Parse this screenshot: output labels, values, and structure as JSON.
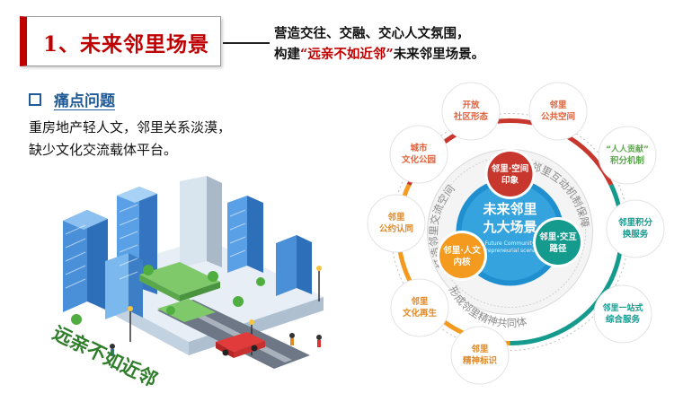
{
  "header": {
    "title": "1、未来邻里场景",
    "intro_line1": "营造交往、交融、交心人文氛围，",
    "intro_line2_prefix": "构建",
    "intro_line2_highlight": "“远亲不如近邻”",
    "intro_line2_suffix": "未来邻里场景。"
  },
  "pain_points": {
    "heading": "痛点问题",
    "line1": "重房地产轻人文，邻里关系淡漠，",
    "line2": "缺少文化交流载体平台。"
  },
  "illustration": {
    "caption": "远亲不如近邻"
  },
  "diagram": {
    "center_line1": "未来邻里",
    "center_line2": "九大场景",
    "center_en1": "Future Community",
    "center_en2": "Entrepreneurial scenario",
    "inner_top_line1": "邻里·空间",
    "inner_top_line2": "印象",
    "inner_left_line1": "邻里·人文",
    "inner_left_line2": "内核",
    "inner_right_line1": "邻里·交互",
    "inner_right_line2": "路径",
    "arc_left": "打造邻里交流空间",
    "arc_right": "邻里互动机制保障",
    "arc_bottom": "形成邻里精神共同体",
    "nodes": [
      {
        "line1": "开放",
        "line2": "社区形态",
        "color": "#e0603a"
      },
      {
        "line1": "邻里",
        "line2": "公共空间",
        "color": "#e0603a"
      },
      {
        "line1": "“人人贡献”",
        "line2": "积分机制",
        "color": "#5aa84b"
      },
      {
        "line1": "邻里积分",
        "line2": "换服务",
        "color": "#159a8e"
      },
      {
        "line1": "邻里一站式",
        "line2": "综合服务",
        "color": "#159a8e"
      },
      {
        "line1": "邻里",
        "line2": "精神标识",
        "color": "#e08a2a"
      },
      {
        "line1": "邻里",
        "line2": "文化再生",
        "color": "#e08a2a"
      },
      {
        "line1": "邻里",
        "line2": "公约认同",
        "color": "#e08a2a"
      },
      {
        "line1": "城市",
        "line2": "文化公园",
        "color": "#e0603a"
      }
    ],
    "colors": {
      "red": "#c8372d",
      "orange": "#f39a1f",
      "teal": "#159a8e",
      "green": "#5aa84b",
      "blue": "#1f8fcf"
    }
  }
}
